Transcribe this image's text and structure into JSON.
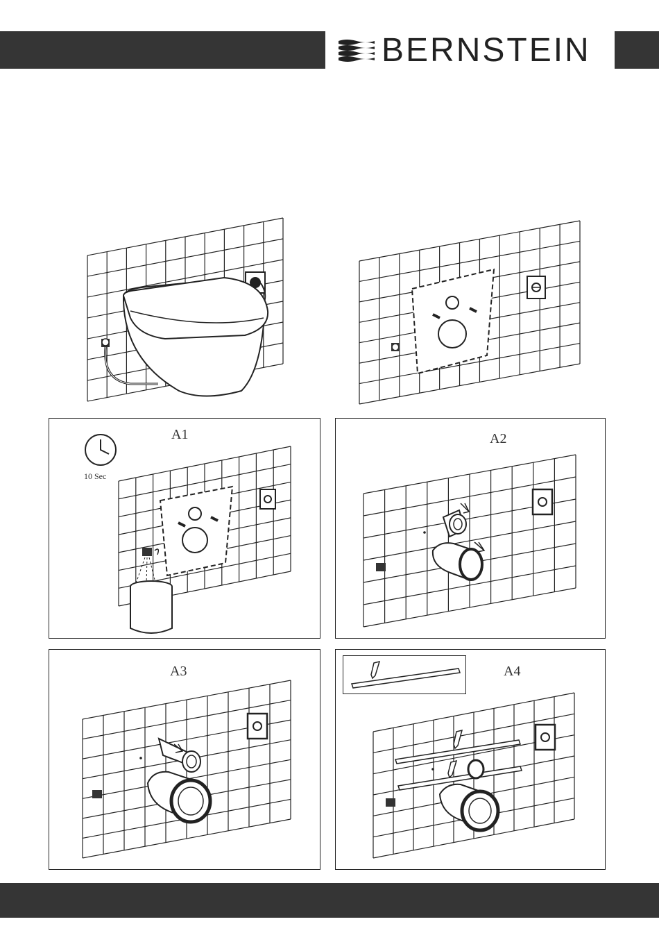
{
  "header": {
    "brand": "BERNSTEIN"
  },
  "panels": {
    "a1": {
      "label": "A1",
      "clock_caption": "10 Sec"
    },
    "a2": {
      "label": "A2"
    },
    "a3": {
      "label": "A3"
    },
    "a4": {
      "label": "A4"
    }
  },
  "colors": {
    "bar": "#353535",
    "line": "#222222"
  }
}
